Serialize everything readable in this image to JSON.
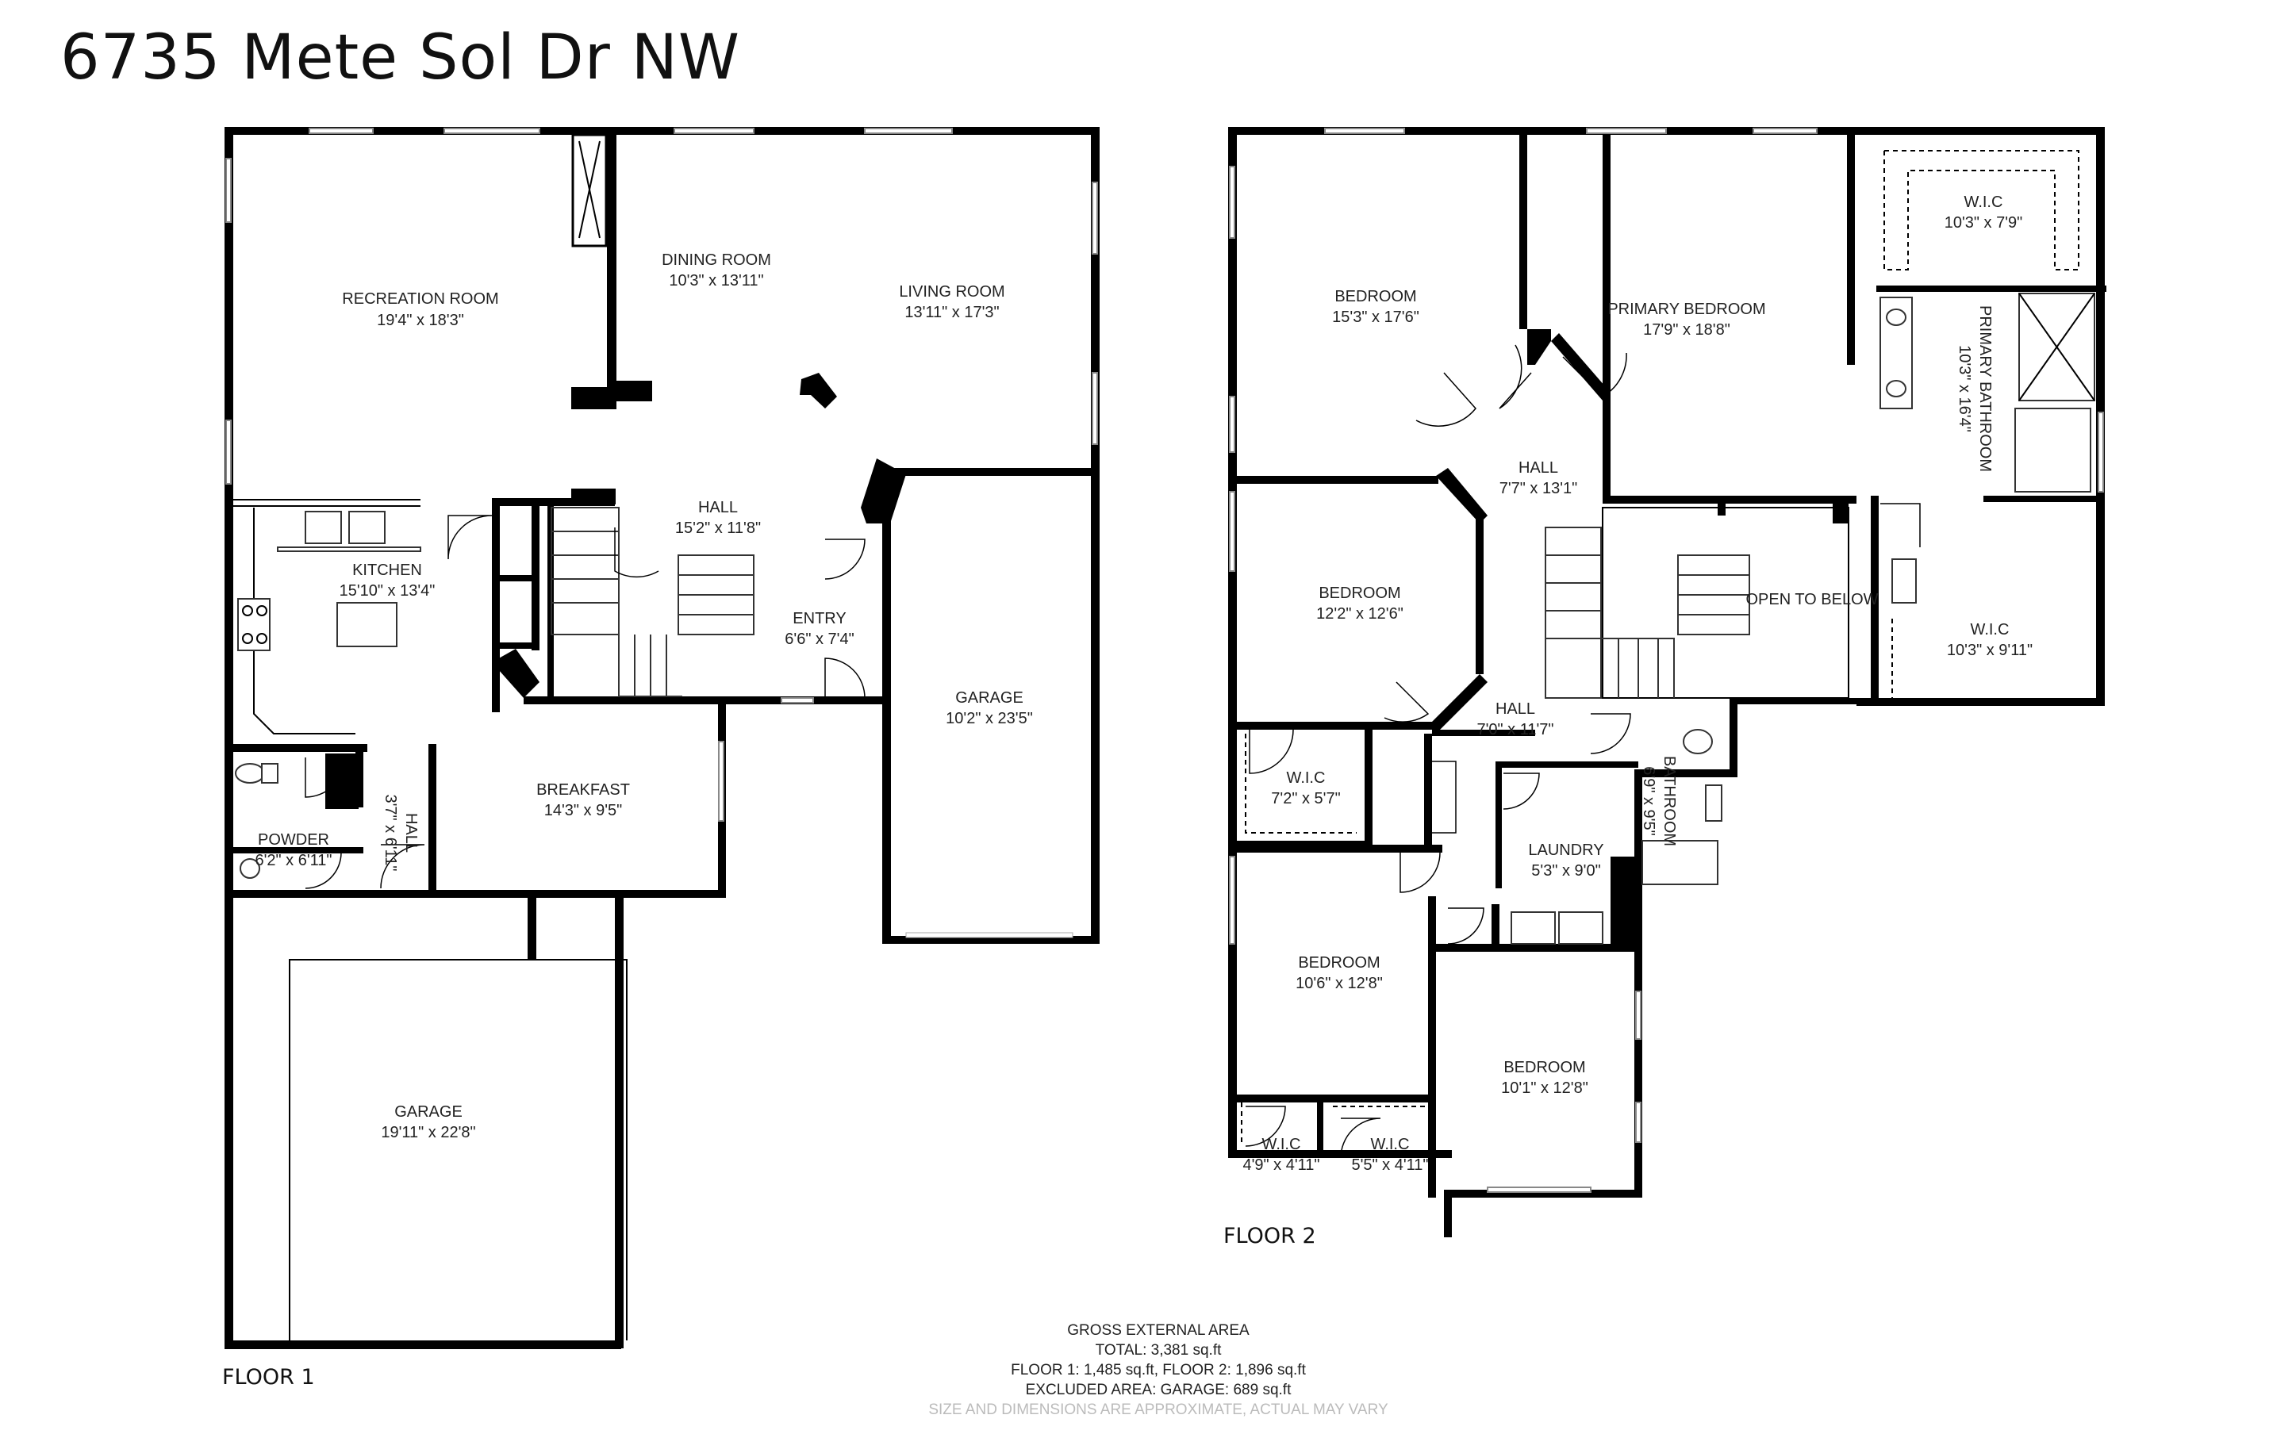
{
  "title": "6735 Mete Sol Dr NW",
  "floors": [
    {
      "label": "FLOOR 1",
      "rooms": [
        {
          "name": "RECREATION ROOM",
          "dims": "19'4\" x 18'3\""
        },
        {
          "name": "DINING ROOM",
          "dims": "10'3\" x 13'11\""
        },
        {
          "name": "LIVING ROOM",
          "dims": "13'11\" x 17'3\""
        },
        {
          "name": "KITCHEN",
          "dims": "15'10\" x 13'4\""
        },
        {
          "name": "HALL",
          "dims": "15'2\" x 11'8\""
        },
        {
          "name": "ENTRY",
          "dims": "6'6\" x 7'4\""
        },
        {
          "name": "GARAGE",
          "dims": "10'2\" x 23'5\""
        },
        {
          "name": "BREAKFAST",
          "dims": "14'3\" x 9'5\""
        },
        {
          "name": "HALL",
          "dims": "3'7\" x 6'11\""
        },
        {
          "name": "POWDER",
          "dims": "6'2\" x 6'11\""
        },
        {
          "name": "GARAGE",
          "dims": "19'11\" x 22'8\""
        }
      ]
    },
    {
      "label": "FLOOR 2",
      "rooms": [
        {
          "name": "BEDROOM",
          "dims": "15'3\" x 17'6\""
        },
        {
          "name": "PRIMARY BEDROOM",
          "dims": "17'9\" x 18'8\""
        },
        {
          "name": "W.I.C",
          "dims": "10'3\" x 7'9\""
        },
        {
          "name": "PRIMARY BATHROOM",
          "dims": "10'3\" x 16'4\""
        },
        {
          "name": "HALL",
          "dims": "7'7\" x 13'1\""
        },
        {
          "name": "BEDROOM",
          "dims": "12'2\" x 12'6\""
        },
        {
          "name": "OPEN TO BELOW",
          "dims": ""
        },
        {
          "name": "W.I.C",
          "dims": "10'3\" x 9'11\""
        },
        {
          "name": "HALL",
          "dims": "7'0\" x 11'7\""
        },
        {
          "name": "BATHROOM",
          "dims": "6'9\" x 9'5\""
        },
        {
          "name": "W.I.C",
          "dims": "7'2\" x 5'7\""
        },
        {
          "name": "LAUNDRY",
          "dims": "5'3\" x 9'0\""
        },
        {
          "name": "BEDROOM",
          "dims": "10'6\" x 12'8\""
        },
        {
          "name": "BEDROOM",
          "dims": "10'1\" x 12'8\""
        },
        {
          "name": "W.I.C",
          "dims": "4'9\" x 4'11\""
        },
        {
          "name": "W.I.C",
          "dims": "5'5\" x 4'11\""
        }
      ]
    }
  ],
  "area_summary": {
    "heading": "GROSS EXTERNAL AREA",
    "total": "TOTAL: 3,381 sq.ft",
    "floors": "FLOOR 1: 1,485 sq.ft, FLOOR 2: 1,896 sq.ft",
    "excluded": "EXCLUDED AREA: GARAGE: 689 sq.ft",
    "disclaimer": "SIZE AND DIMENSIONS ARE APPROXIMATE, ACTUAL MAY VARY"
  }
}
